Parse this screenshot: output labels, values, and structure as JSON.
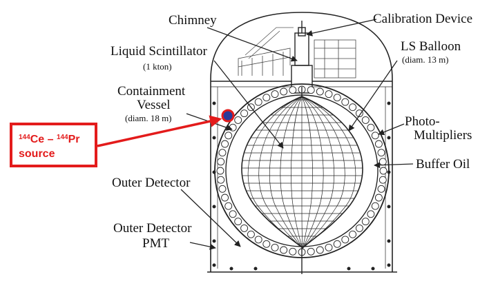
{
  "labels": {
    "chimney": "Chimney",
    "calibration_device": "Calibration Device",
    "liquid_scintillator": "Liquid Scintillator",
    "liquid_scintillator_size": "(1 kton)",
    "ls_balloon": "LS Balloon",
    "ls_balloon_size": "(diam. 13 m)",
    "containment_vessel_line1": "Containment",
    "containment_vessel_line2": "Vessel",
    "containment_vessel_size": "(diam. 18 m)",
    "photomultipliers_line1": "Photo-",
    "photomultipliers_line2": "Multipliers",
    "buffer_oil": "Buffer Oil",
    "outer_detector": "Outer Detector",
    "outer_detector_pmt_line1": "Outer Detector",
    "outer_detector_pmt_line2": "PMT"
  },
  "source": {
    "isotope1_mass": "144",
    "isotope1": "Ce",
    "dash": " – ",
    "isotope2_mass": "144",
    "isotope2": "Pr",
    "word": "source"
  },
  "colors": {
    "source_accent": "#e31b1b",
    "source_marker_fill": "#2a3a9a",
    "line_art": "#222222"
  }
}
